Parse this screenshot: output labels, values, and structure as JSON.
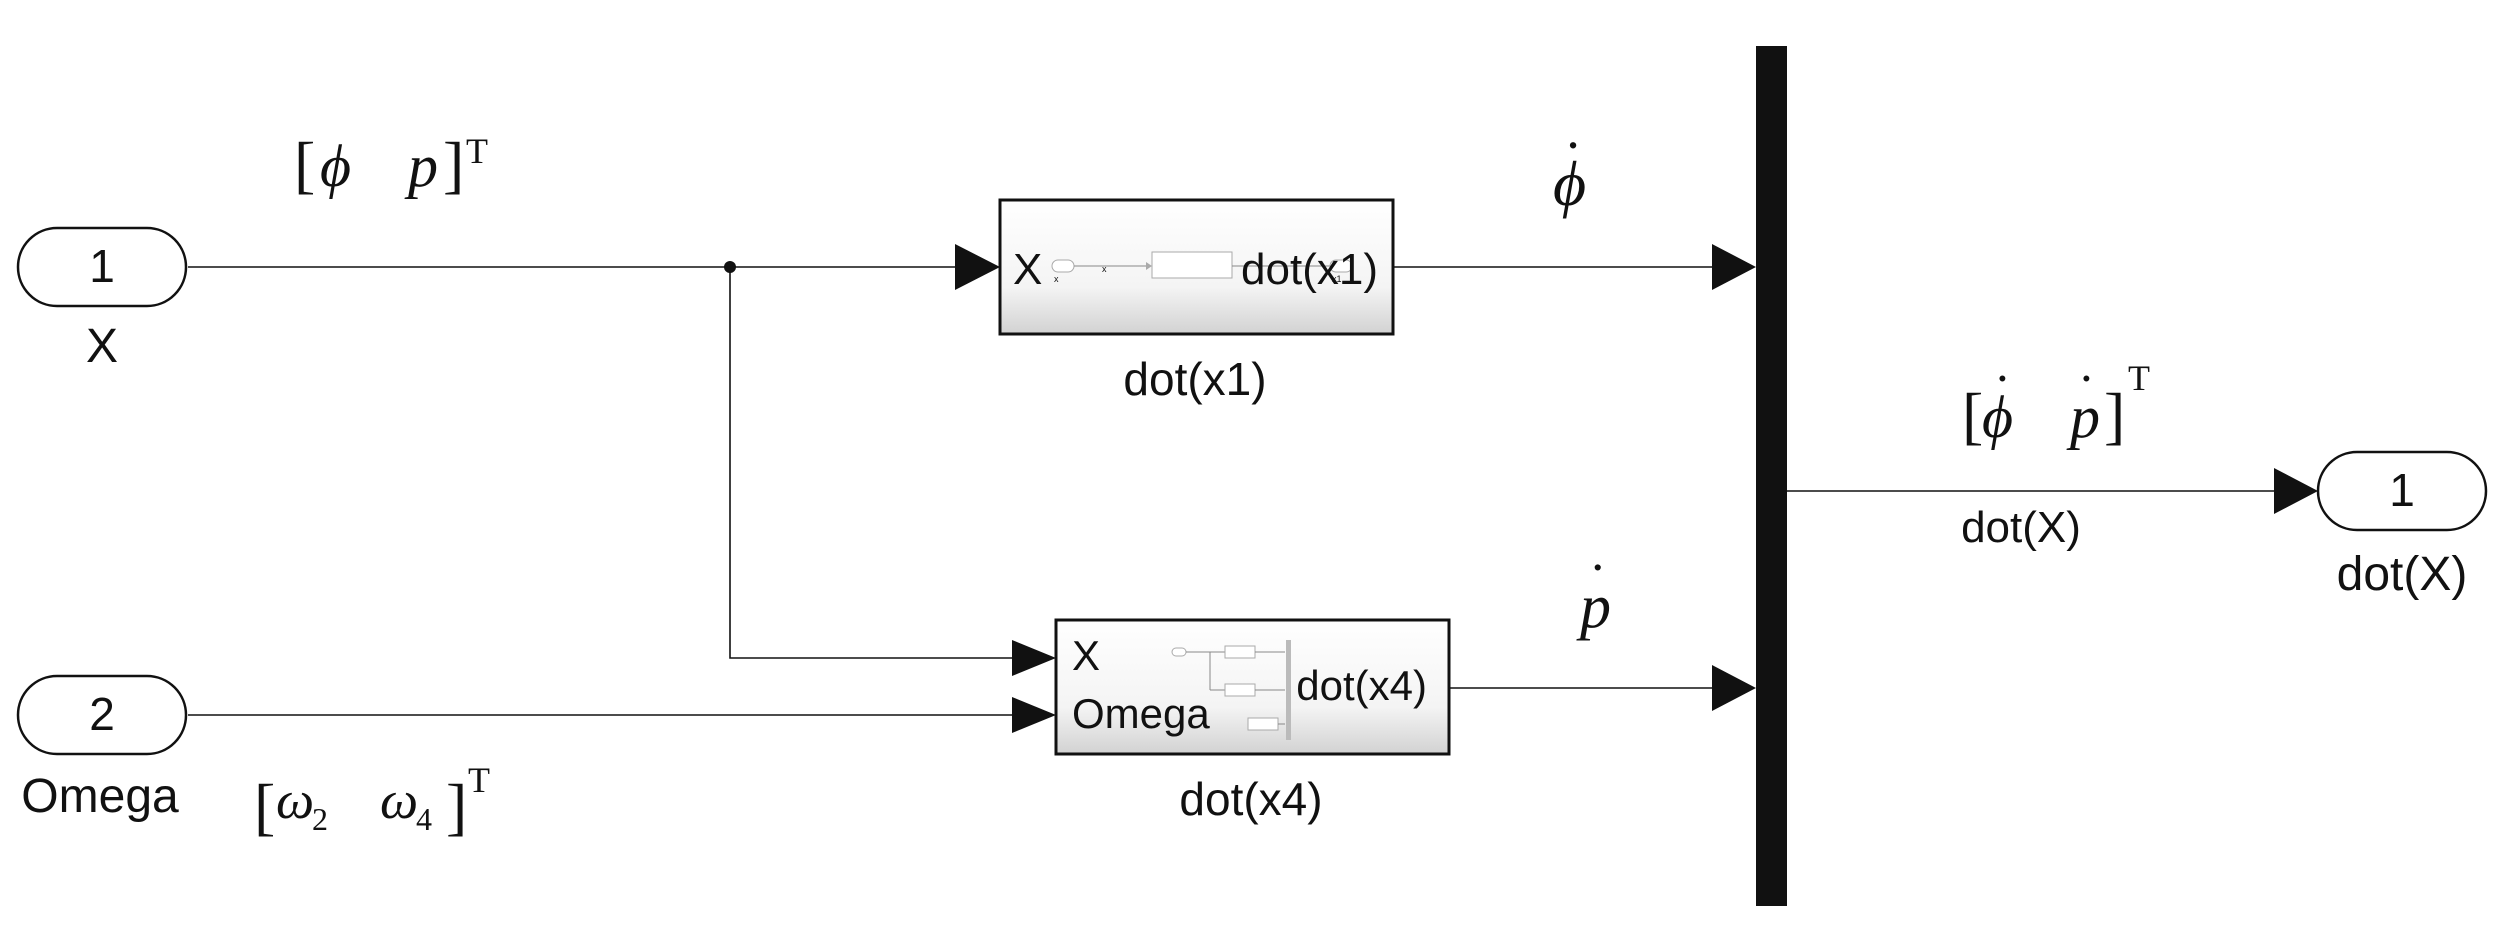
{
  "inports": [
    {
      "number": "1",
      "name": "X"
    },
    {
      "number": "2",
      "name": "Omega"
    }
  ],
  "outport": {
    "number": "1",
    "name": "dot(X)"
  },
  "subsystems": {
    "x1": {
      "name": "dot(x1)",
      "input_port_labels": [
        "X"
      ],
      "output_port_label": "dot(x1)",
      "preview_labels": [
        "x",
        "x",
        "x1"
      ]
    },
    "x4": {
      "name": "dot(x4)",
      "input_port_labels": [
        "X",
        "Omega"
      ],
      "output_port_label": "dot(x4)"
    }
  },
  "signal_labels": {
    "state_vector": {
      "open": "[",
      "sym1": "ϕ",
      "sym2": "p",
      "close": "]",
      "sup": "T"
    },
    "omega_vector": {
      "open": "[",
      "sym1": "ω",
      "sub1": "2",
      "sym2": "ω",
      "sub2": "4",
      "close": "]",
      "sup": "T"
    },
    "phi_dot": {
      "sym": "ϕ",
      "dot": "˙"
    },
    "p_dot": {
      "sym": "p",
      "dot": "˙"
    },
    "output_vector": {
      "open": "[",
      "sym1": "ϕ",
      "dot1": "˙",
      "sym2": "p",
      "dot2": "˙",
      "close": "]",
      "sup": "T"
    },
    "output_signal_name": "dot(X)"
  }
}
